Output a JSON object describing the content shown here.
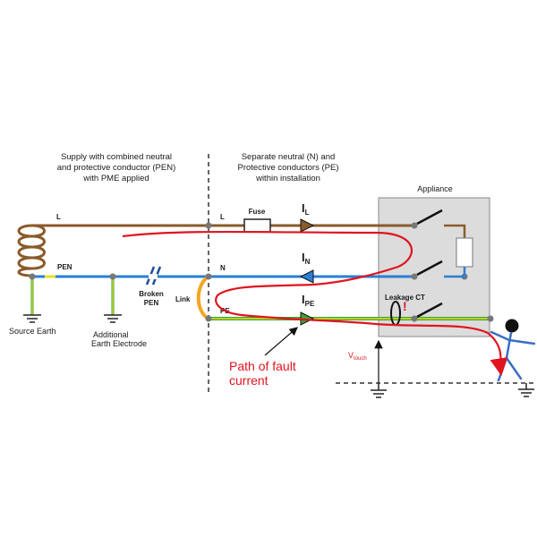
{
  "headings": {
    "supply": [
      "Supply with combined neutral",
      "and protective conductor (PEN)",
      "with PME applied"
    ],
    "installation": [
      "Separate neutral (N) and",
      "Protective conductors (PE)",
      "within installation"
    ],
    "appliance": "Appliance"
  },
  "conductors": {
    "l_left": "L",
    "pen": "PEN",
    "l_right": "L",
    "n": "N",
    "pe": "PE"
  },
  "components": {
    "fuse": "Fuse",
    "broken_pen": [
      "Broken",
      "PEN"
    ],
    "link": "Link",
    "leakage_ct": "Leakage CT",
    "alert": "!"
  },
  "earths": {
    "source": "Source Earth",
    "additional": [
      "Additional",
      "Earth Electrode"
    ]
  },
  "currents": {
    "il": {
      "main": "I",
      "sub": "L"
    },
    "in": {
      "main": "I",
      "sub": "N"
    },
    "ipe": {
      "main": "I",
      "sub": "PE"
    }
  },
  "vtouch": {
    "main": "V",
    "sub": "touch"
  },
  "fault_path": [
    "Path of fault",
    "current"
  ],
  "colors": {
    "live": "#8b5a2b",
    "neutral": "#2a7fd4",
    "earth_yellow": "#e8e020",
    "earth_green": "#3aa33a",
    "fault": "#e0141e",
    "link": "#f5a623",
    "appliance_fill": "#dcdcdc"
  }
}
